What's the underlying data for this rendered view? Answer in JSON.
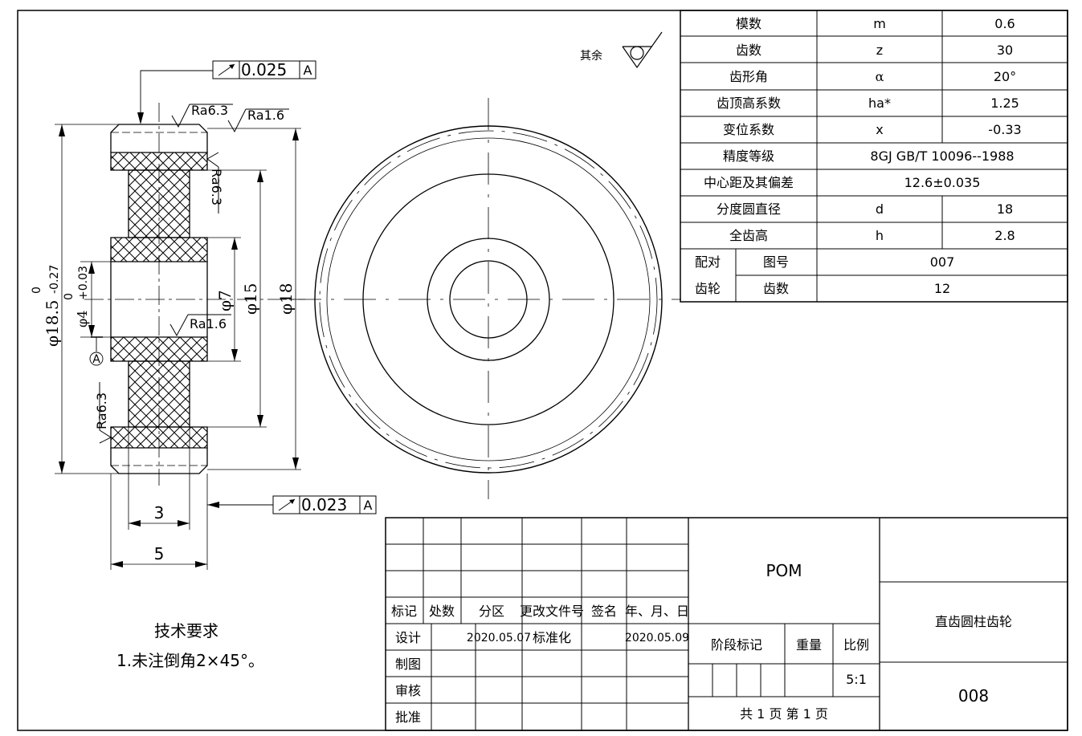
{
  "params_table": {
    "rows": [
      {
        "name": "模数",
        "symbol": "m",
        "value": "0.6"
      },
      {
        "name": "齿数",
        "symbol": "z",
        "value": "30"
      },
      {
        "name": "齿形角",
        "symbol": "α",
        "value": "20°"
      },
      {
        "name": "齿顶高系数",
        "symbol": "ha*",
        "value": "1.25"
      },
      {
        "name": "变位系数",
        "symbol": "x",
        "value": "-0.33"
      },
      {
        "name": "精度等级",
        "merged": "8GJ GB/T 10096--1988"
      },
      {
        "name": "中心距及其偏差",
        "merged": "12.6±0.035"
      },
      {
        "name": "分度圆直径",
        "symbol": "d",
        "value": "18"
      },
      {
        "name": "全齿高",
        "symbol": "h",
        "value": "2.8"
      }
    ],
    "mating": {
      "label1": "配对",
      "label2": "齿轮",
      "rows": [
        {
          "name": "图号",
          "value": "007"
        },
        {
          "name": "齿数",
          "value": "12"
        }
      ]
    }
  },
  "surface_finish": {
    "rest_label": "其余"
  },
  "dimensions": {
    "outer_dia": "φ18.5",
    "outer_dia_tol_upper": "0",
    "outer_dia_tol_lower": "-0.27",
    "bore_dia": "φ4",
    "bore_dia_tol_upper": "0",
    "bore_dia_tol_lower": "+0.03",
    "hub_dia": "φ7",
    "web_dia": "φ15",
    "pitch_dia": "φ18",
    "hub_width": "3",
    "total_width": "5"
  },
  "roughness": {
    "ra_top_left": "Ra6.3",
    "ra_top_right": "Ra1.6",
    "ra_right_vertical": "Ra6.3",
    "ra_bore": "Ra1.6",
    "ra_left_vertical": "Ra6.3"
  },
  "tolerance_frames": {
    "top": {
      "value": "0.025",
      "datum": "A"
    },
    "bottom": {
      "value": "0.023",
      "datum": "A"
    }
  },
  "datum": {
    "label": "A"
  },
  "tech_requirements": {
    "title": "技术要求",
    "item1": "1.未注倒角2×45°。"
  },
  "title_block": {
    "revision_headers": [
      "标记",
      "处数",
      "分区",
      "更改文件号",
      "签名",
      "年、月、日"
    ],
    "roles": [
      "设计",
      "制图",
      "审核",
      "批准"
    ],
    "design_date": "2020.05.07",
    "standardization": "标准化",
    "standardization_date": "2020.05.09",
    "material": "POM",
    "stage_mark": "阶段标记",
    "weight": "重量",
    "scale_label": "比例",
    "scale_value": "5:1",
    "sheets": "共 1 页   第 1 页",
    "part_name": "直齿圆柱齿轮",
    "drawing_no": "008"
  }
}
